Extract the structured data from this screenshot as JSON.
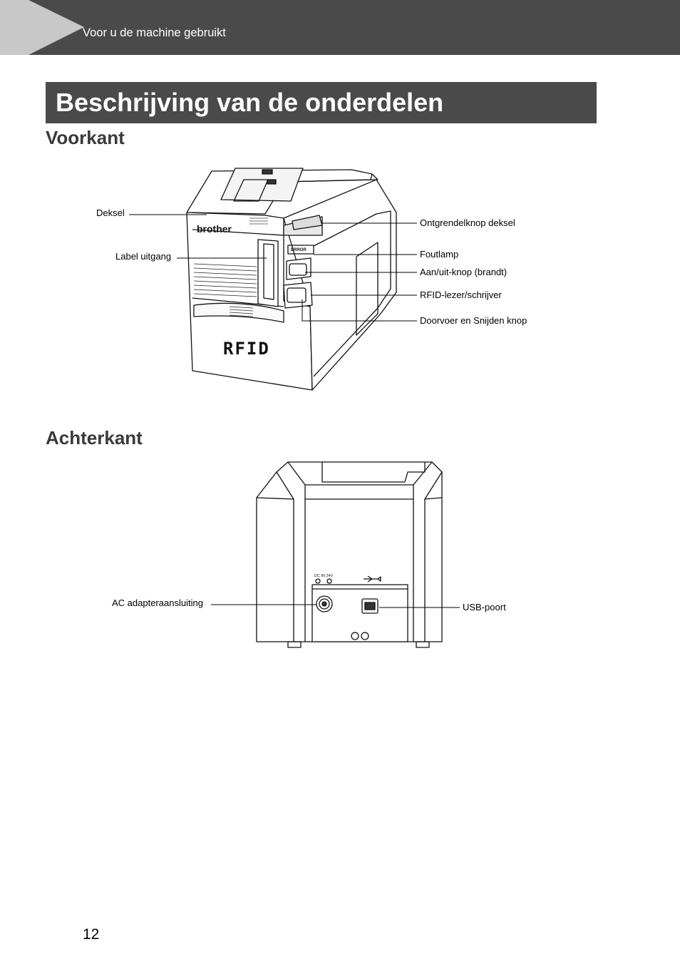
{
  "header": {
    "section_title": "Voor u de machine gebruikt"
  },
  "title": "Beschrijving van de onderdelen",
  "front": {
    "heading": "Voorkant",
    "callouts": {
      "deksel": "Deksel",
      "label_uitgang": "Label uitgang",
      "ontgrendelknop": "Ontgrendelknop deksel",
      "foutlamp": "Foutlamp",
      "aan_uit": "Aan/uit-knop (brandt)",
      "rfid": "RFID-lezer/schrijver",
      "doorvoer": "Doorvoer en Snijden knop"
    },
    "device_text": {
      "brand": "brother",
      "error_label": "ERROR",
      "rfid_logo": "RFID"
    }
  },
  "back": {
    "heading": "Achterkant",
    "callouts": {
      "ac": "AC adapteraansluiting",
      "usb": "USB-poort"
    },
    "device_text": {
      "dc_label": "DC IN 24V"
    }
  },
  "page_number": "12"
}
